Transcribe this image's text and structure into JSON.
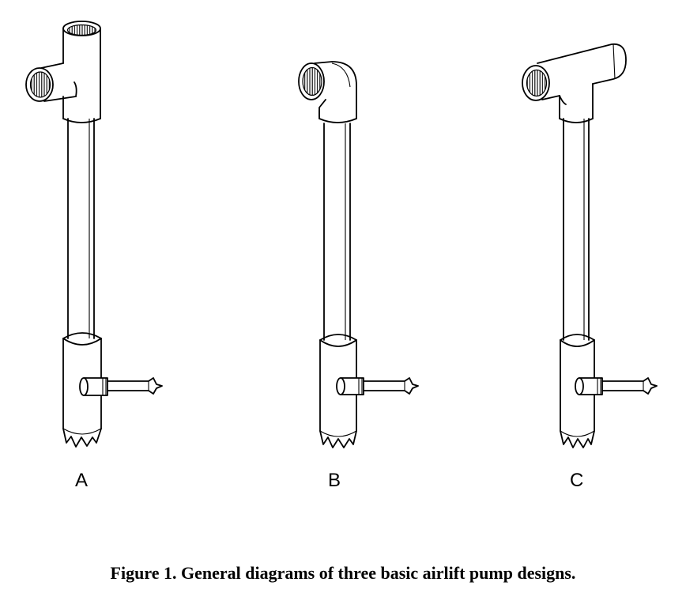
{
  "figure": {
    "labels": {
      "a": "A",
      "b": "B",
      "c": "C"
    },
    "caption": "Figure 1.  General diagrams of three basic airlift pump designs."
  }
}
